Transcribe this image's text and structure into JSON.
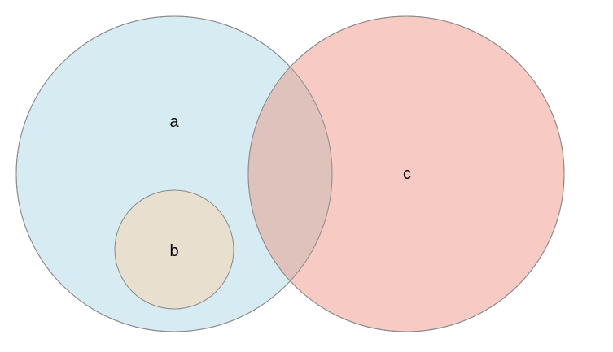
{
  "diagram": {
    "type": "venn",
    "sets": [
      {
        "id": "a",
        "label": "a",
        "fill": "#d6ebf2",
        "stroke": "#8a8a8a"
      },
      {
        "id": "b",
        "label": "b",
        "fill": "#e8dfcf",
        "stroke": "#8a8a8a",
        "subset_of": "a"
      },
      {
        "id": "c",
        "label": "c",
        "fill": "#f7cbc3",
        "stroke": "#8a8a8a"
      }
    ],
    "overlaps": [
      {
        "sets": [
          "a",
          "c"
        ],
        "fill": "#dfc2bb"
      }
    ]
  }
}
